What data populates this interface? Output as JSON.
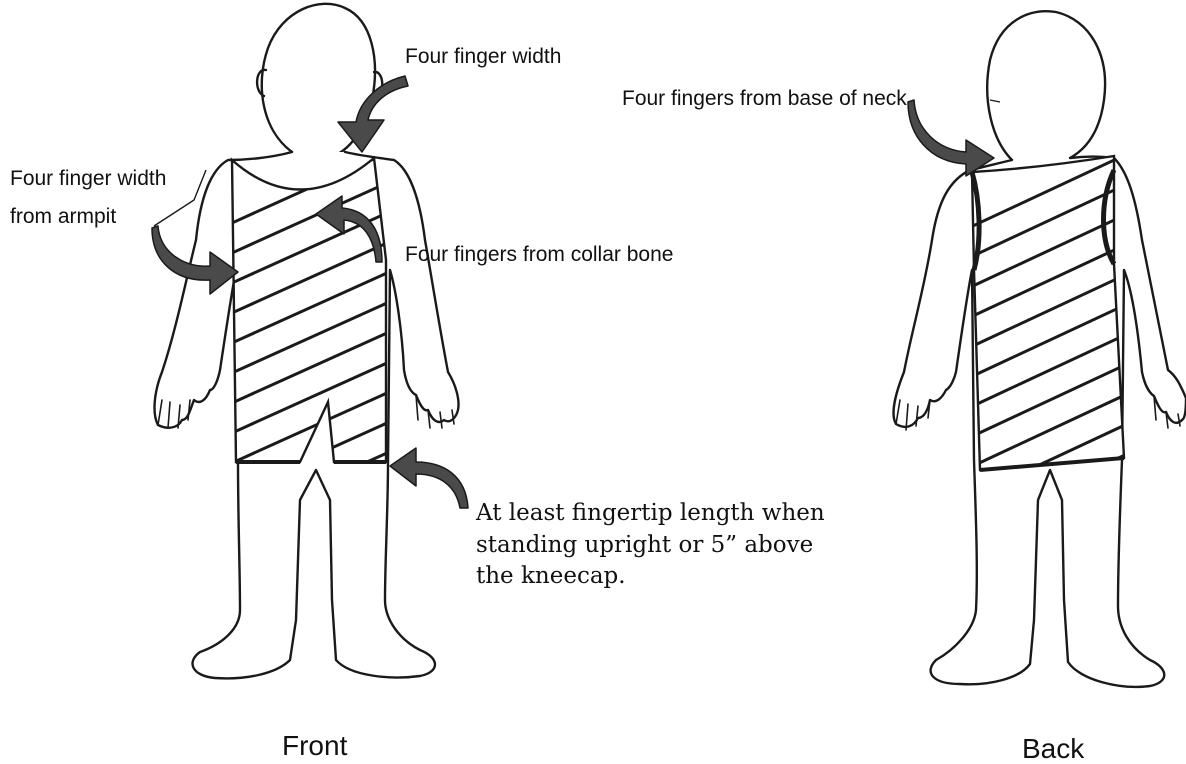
{
  "labels": {
    "four_finger_width": "Four finger width",
    "four_fingers_base_neck": "Four fingers from base of neck",
    "four_finger_width_armpit_line1": "Four finger width",
    "four_finger_width_armpit_line2": "from armpit",
    "four_fingers_collar_bone": "Four fingers from collar bone",
    "fingertip_line1": "At least fingertip length when",
    "fingertip_line2": "standing upright or 5” above",
    "fingertip_line3": "the kneecap."
  },
  "captions": {
    "front": "Front",
    "back": "Back"
  },
  "colors": {
    "outline": "#1a1a1a",
    "arrow_fill": "#4a4a4a",
    "hatch": "#1a1a1a"
  }
}
